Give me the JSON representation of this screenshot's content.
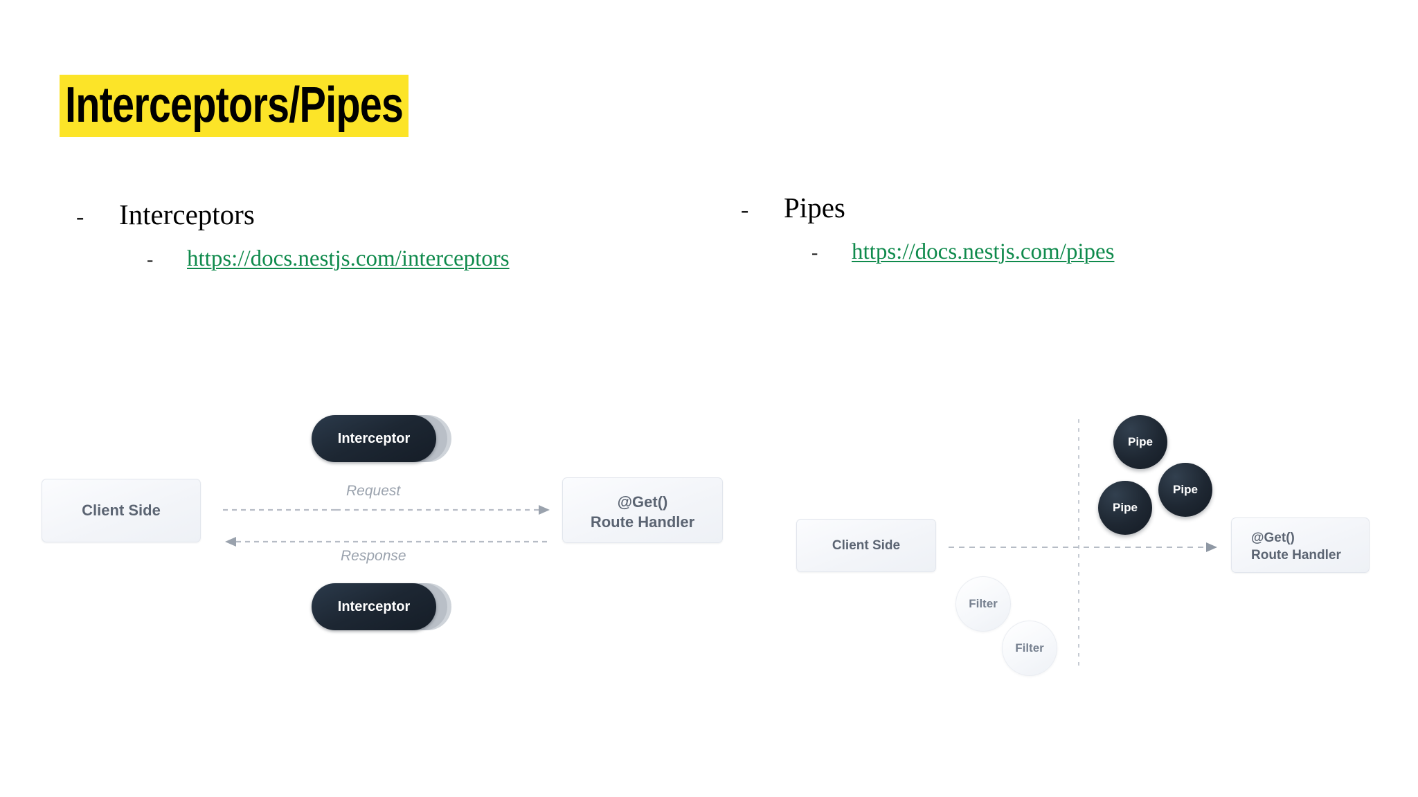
{
  "slide": {
    "title": "Interceptors/Pipes",
    "highlight_color": "#FCE428",
    "link_color": "#0F8A4C",
    "bullet_dash": "-"
  },
  "columns": [
    {
      "heading": "Interceptors",
      "link_text": "https://docs.nestjs.com/interceptors"
    },
    {
      "heading": "Pipes",
      "link_text": "https://docs.nestjs.com/pipes"
    }
  ],
  "diagrams": {
    "interceptors": {
      "client_box": "Client Side",
      "handler_decorator": "@Get()",
      "handler_label": "Route Handler",
      "interceptor_top": "Interceptor",
      "interceptor_bottom": "Interceptor",
      "request_label": "Request",
      "response_label": "Response"
    },
    "pipes": {
      "client_box": "Client Side",
      "handler_decorator": "@Get()",
      "handler_label": "Route Handler",
      "pipe_1": "Pipe",
      "pipe_2": "Pipe",
      "pipe_3": "Pipe",
      "filter_1": "Filter",
      "filter_2": "Filter"
    }
  }
}
